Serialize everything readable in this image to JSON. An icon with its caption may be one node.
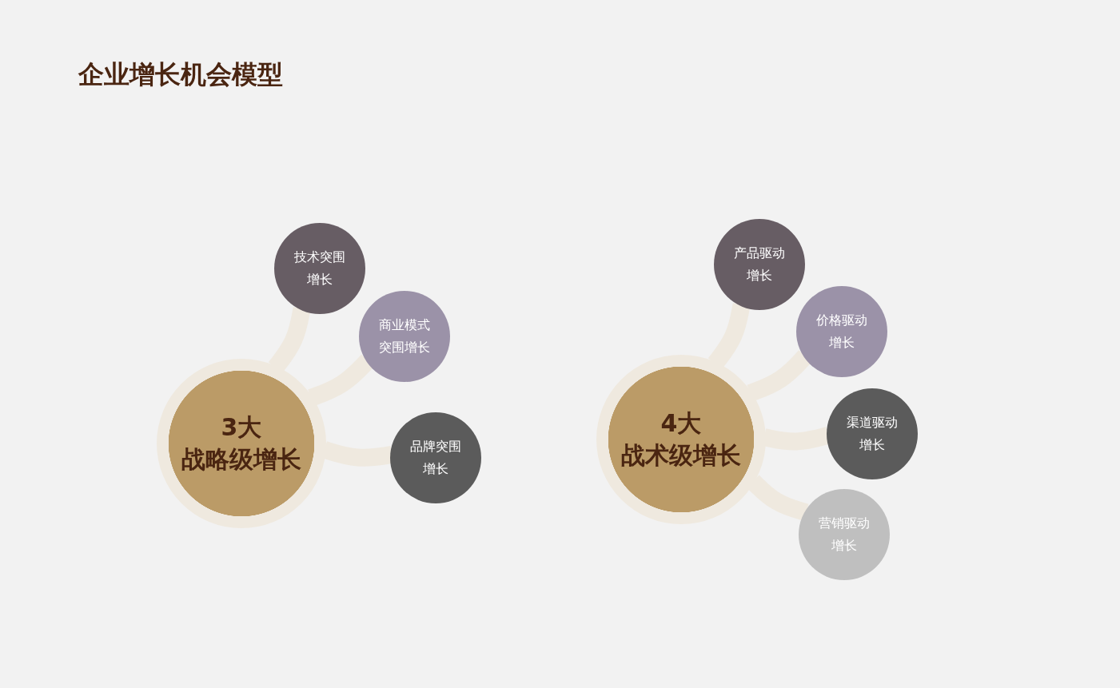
{
  "diagram": {
    "title": "企业增长机会模型",
    "nodes": [
      {
        "text": [
          "3大",
          "战略级增长"
        ]
      },
      {
        "text": [
          "技术突围增长"
        ]
      },
      {
        "text": [
          "商业模式突围增长"
        ]
      },
      {
        "text": [
          "品牌突围增长"
        ]
      },
      {
        "text": [
          "4大",
          "战术级增长"
        ]
      },
      {
        "text": [
          "产品驱动增长"
        ]
      },
      {
        "text": [
          "价格驱动增长"
        ]
      },
      {
        "text": [
          "渠道驱动增长"
        ]
      },
      {
        "text": [
          "营销驱动增长"
        ]
      }
    ],
    "edges": [
      {
        "from": 0,
        "to": 1,
        "arrow": "none"
      },
      {
        "from": 0,
        "to": 2,
        "arrow": "none"
      },
      {
        "from": 0,
        "to": 3,
        "arrow": "none"
      },
      {
        "from": 4,
        "to": 5,
        "arrow": "none"
      },
      {
        "from": 4,
        "to": 6,
        "arrow": "none"
      },
      {
        "from": 4,
        "to": 7,
        "arrow": "none"
      },
      {
        "from": 4,
        "to": 8,
        "arrow": "none"
      }
    ]
  }
}
